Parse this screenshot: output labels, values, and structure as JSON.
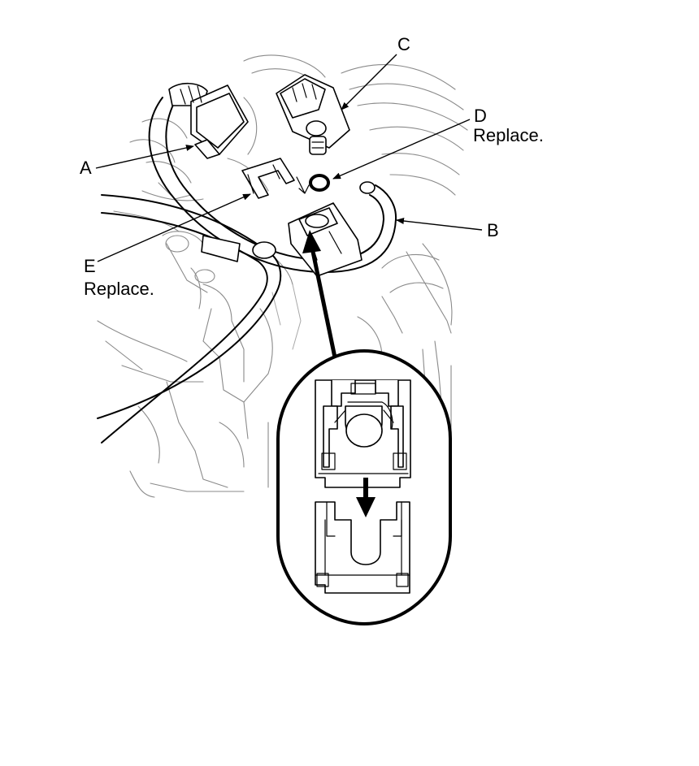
{
  "labels": {
    "a": "A",
    "b": "B",
    "c": "C",
    "d": "D",
    "d_note": "Replace.",
    "e": "E",
    "e_note": "Replace."
  },
  "colors": {
    "line": "#000000",
    "background_line": "#8a8a8a",
    "paper": "#ffffff"
  },
  "icons": {
    "callout_arrow": "arrow-up",
    "removal_arrow": "arrow-down"
  }
}
